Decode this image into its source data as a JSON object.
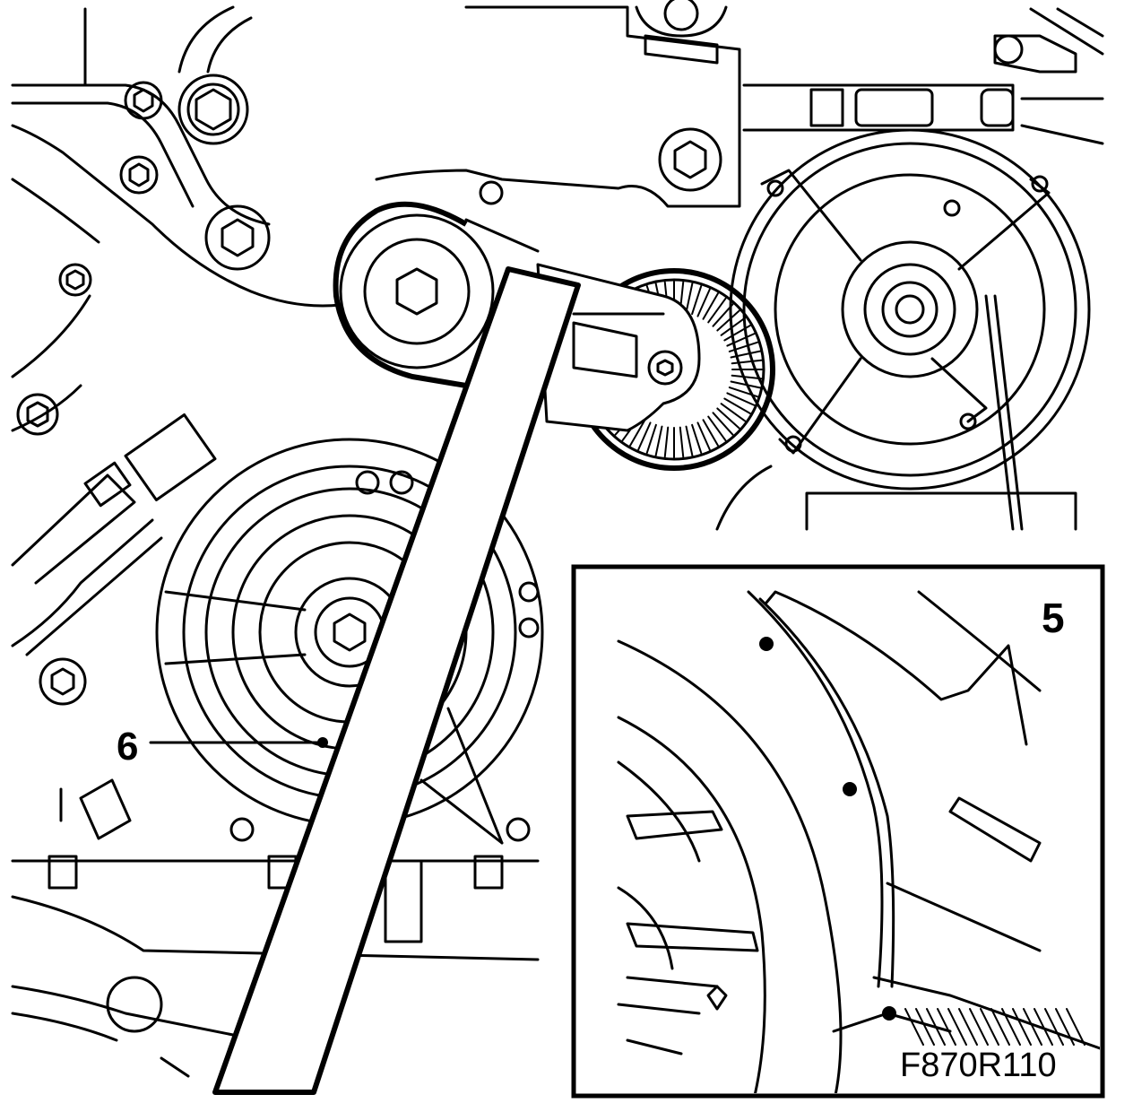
{
  "callouts": {
    "main_label": "6",
    "inset_label": "5"
  },
  "figure_code": "F870R110"
}
